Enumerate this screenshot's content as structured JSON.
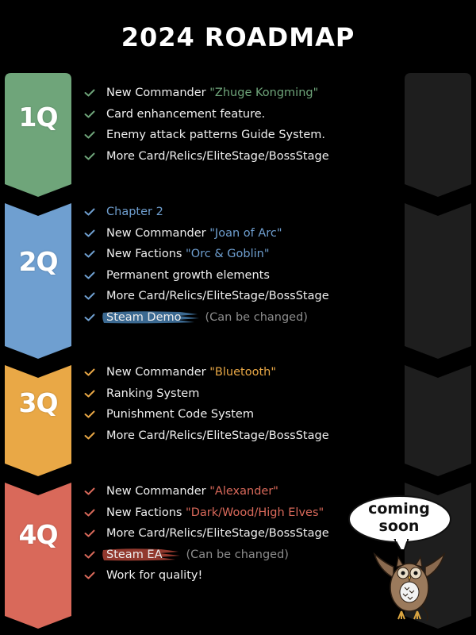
{
  "title": "2024 ROADMAP",
  "colors": {
    "q1": "#6fa57a",
    "q2": "#6f9fd0",
    "q3": "#e9a846",
    "q4": "#d9695a",
    "ghost": "#1e1e1e",
    "note": "#8c8c8c"
  },
  "quarters": [
    {
      "label": "1Q",
      "items": [
        {
          "pre": "New Commander ",
          "hl": "\"Zhuge Kongming\""
        },
        {
          "pre": "Card enhancement feature."
        },
        {
          "pre": "Enemy attack patterns Guide System."
        },
        {
          "pre": "More Card/Relics/EliteStage/BossStage"
        }
      ]
    },
    {
      "label": "2Q",
      "items": [
        {
          "hl": "Chapter 2"
        },
        {
          "pre": "New Commander ",
          "hl": "\"Joan of Arc\""
        },
        {
          "pre": "New Factions ",
          "hl": "\"Orc & Goblin\""
        },
        {
          "pre": "Permanent growth elements"
        },
        {
          "pre": "More Card/Relics/EliteStage/BossStage"
        },
        {
          "brush": "Steam Demo",
          "note": "(Can be changed)"
        }
      ]
    },
    {
      "label": "3Q",
      "items": [
        {
          "pre": "New Commander ",
          "hl": "\"Bluetooth\""
        },
        {
          "pre": "Ranking System"
        },
        {
          "pre": "Punishment Code System"
        },
        {
          "pre": "More Card/Relics/EliteStage/BossStage"
        }
      ]
    },
    {
      "label": "4Q",
      "items": [
        {
          "pre": "New Commander ",
          "hl": "\"Alexander\""
        },
        {
          "pre": "New Factions ",
          "hl": "\"Dark/Wood/High Elves\""
        },
        {
          "pre": "More Card/Relics/EliteStage/BossStage"
        },
        {
          "brush": "Steam EA",
          "note": "(Can be changed)"
        },
        {
          "pre": "Work for quality!"
        }
      ]
    }
  ],
  "bubble": {
    "line1": "coming",
    "line2": "soon"
  }
}
